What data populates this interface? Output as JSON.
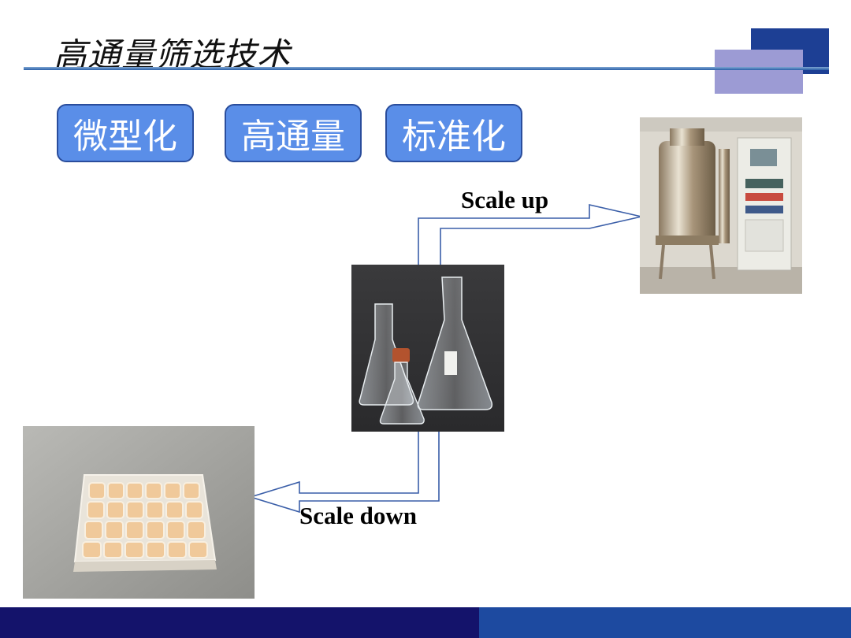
{
  "slide": {
    "title": "高通量筛选技术",
    "pills": [
      "微型化",
      "高通量",
      "标准化"
    ],
    "scale_up_label": "Scale up",
    "scale_down_label": "Scale down"
  },
  "colors": {
    "pill_fill": "#5a8ee8",
    "pill_border": "#2a4d9c",
    "title_rule": "#2a5fa8",
    "footer_dark": "#14136b",
    "footer_blue": "#1d4aa0",
    "arrow_outline": "#3a5ea8",
    "deco_dark": "#1d3f94",
    "deco_light": "#9c9bd4"
  },
  "images": {
    "flasks": "erlenmeyer-flasks-photo",
    "bioreactor": "bioreactor-fermenter-photo",
    "well_plate": "24-well-plate-photo"
  }
}
